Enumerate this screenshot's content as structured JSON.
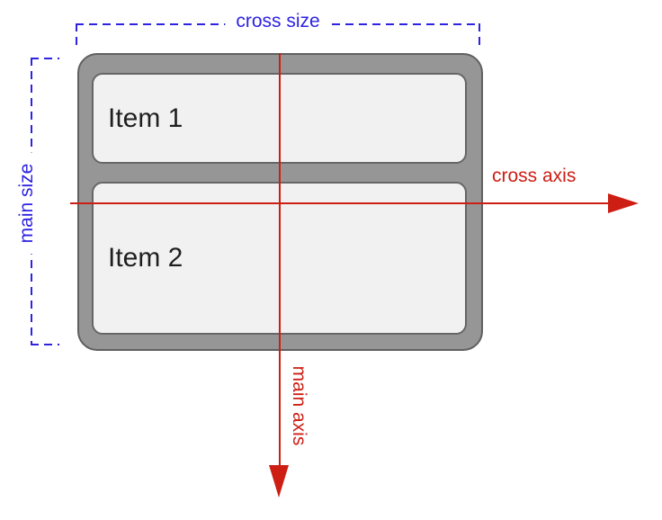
{
  "diagram": {
    "container": {
      "items": [
        {
          "label": "Item 1"
        },
        {
          "label": "Item 2"
        }
      ]
    },
    "measurements": {
      "cross_size_label": "cross size",
      "main_size_label": "main size"
    },
    "axes": {
      "cross_axis_label": "cross axis",
      "main_axis_label": "main axis"
    },
    "colors": {
      "measurement_blue": "#2d23e1",
      "axis_red": "#cd1e14",
      "container_fill": "#969696",
      "container_border": "#606060",
      "item_fill": "#f1f1f1",
      "item_border": "#666666",
      "item_text": "#1f1f1f",
      "background": "#ffffff"
    }
  }
}
